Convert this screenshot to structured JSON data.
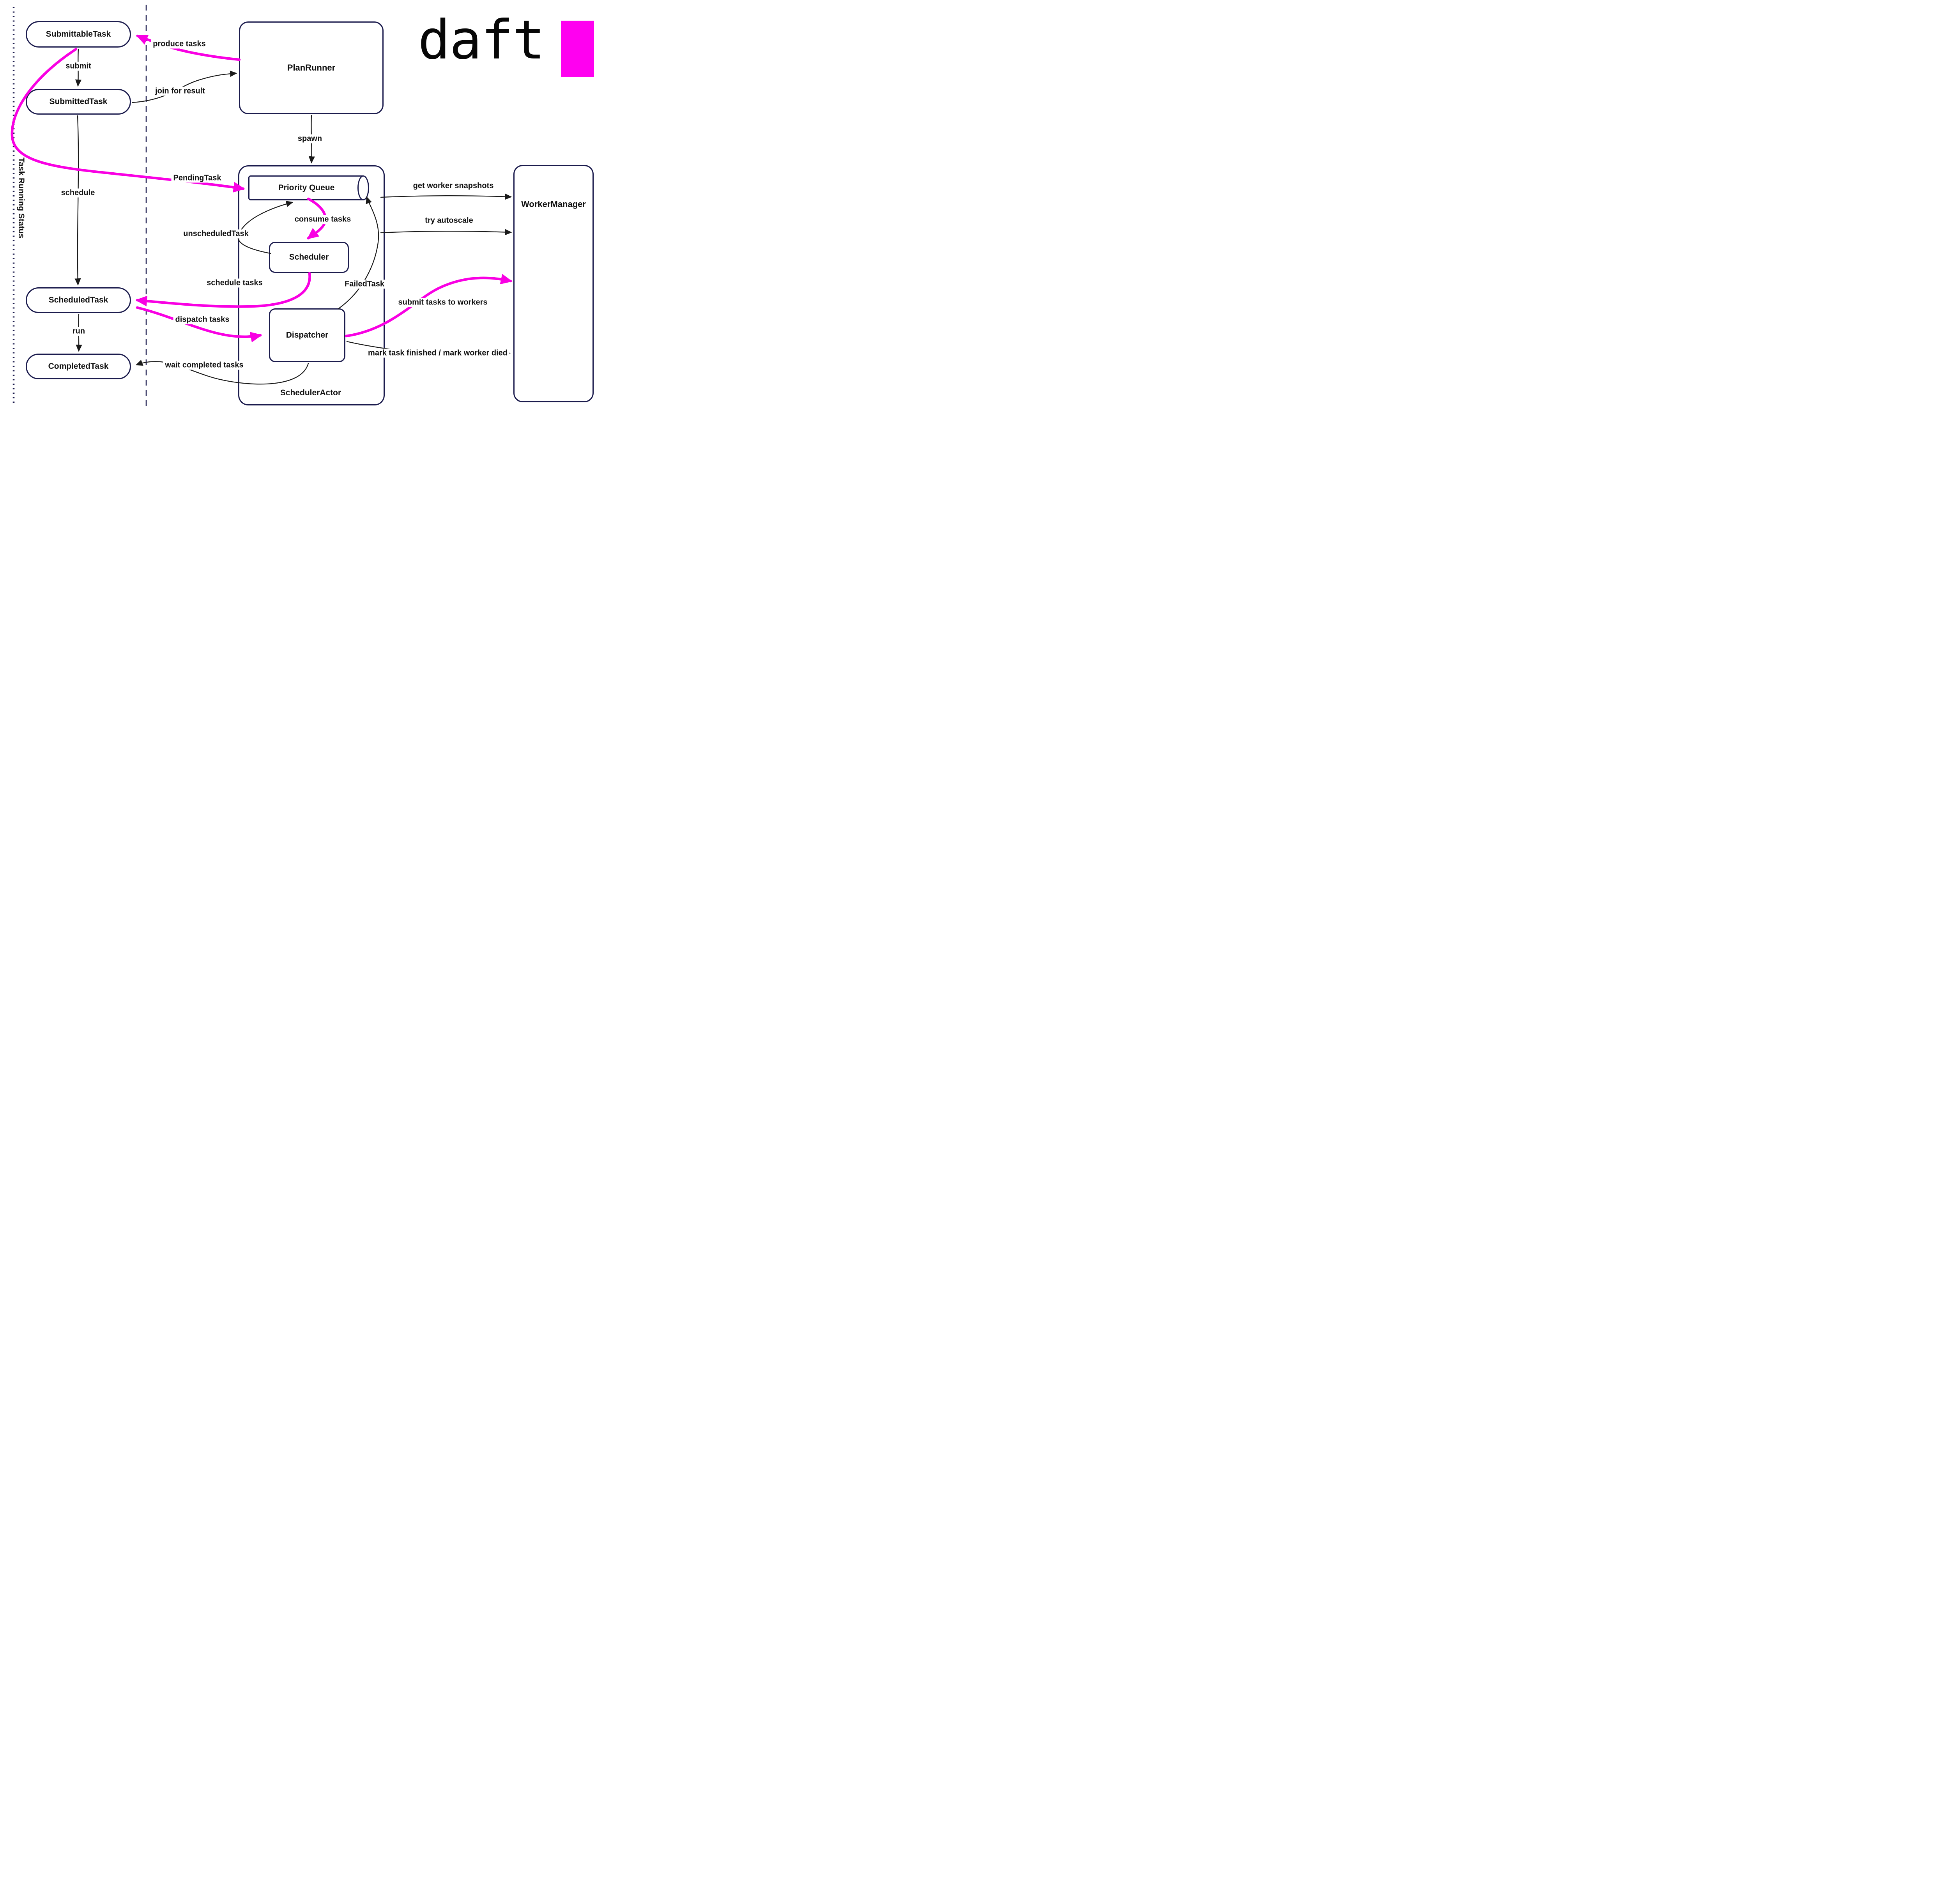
{
  "title": "daft task scheduling architecture diagram",
  "logo": {
    "text": "daft",
    "accent_color": "#ff00f0"
  },
  "colors": {
    "node_border": "#1b1b4d",
    "text": "#121212",
    "highlight_arrow": "#f900e3",
    "plain_arrow": "#1a1a1a"
  },
  "side_label": "Task Running Status",
  "nodes": {
    "submittable": "SubmittableTask",
    "submitted": "SubmittedTask",
    "scheduled": "ScheduledTask",
    "completed": "CompletedTask",
    "plan_runner": "PlanRunner",
    "scheduler_actor": "SchedulerActor",
    "priority_queue": "Priority Queue",
    "scheduler": "Scheduler",
    "dispatcher": "Dispatcher",
    "worker_manager": "WorkerManager"
  },
  "edges": [
    {
      "from": "PlanRunner",
      "to": "SubmittableTask",
      "label": "produce tasks",
      "color": "magenta"
    },
    {
      "from": "SubmittableTask",
      "to": "SubmittedTask",
      "label": "submit",
      "color": "black"
    },
    {
      "from": "SubmittedTask",
      "to": "PlanRunner",
      "label": "join for result",
      "color": "black"
    },
    {
      "from": "SubmittableTask",
      "to": "Priority Queue",
      "label": "PendingTask",
      "color": "magenta"
    },
    {
      "from": "SubmittedTask",
      "to": "ScheduledTask",
      "label": "schedule",
      "color": "black"
    },
    {
      "from": "PlanRunner",
      "to": "SchedulerActor",
      "label": "spawn",
      "color": "black"
    },
    {
      "from": "Priority Queue",
      "to": "Scheduler",
      "label": "consume tasks",
      "color": "magenta"
    },
    {
      "from": "Scheduler",
      "to": "Priority Queue",
      "label": "unscheduledTask",
      "color": "black"
    },
    {
      "from": "Scheduler",
      "to": "ScheduledTask",
      "label": "schedule tasks",
      "color": "magenta"
    },
    {
      "from": "Dispatcher",
      "to": "Priority Queue",
      "label": "FailedTask",
      "color": "black"
    },
    {
      "from": "ScheduledTask",
      "to": "Dispatcher",
      "label": "dispatch tasks",
      "color": "magenta"
    },
    {
      "from": "ScheduledTask",
      "to": "CompletedTask",
      "label": "run",
      "color": "black"
    },
    {
      "from": "SchedulerActor",
      "to": "WorkerManager",
      "label": "get worker snapshots",
      "color": "black"
    },
    {
      "from": "SchedulerActor",
      "to": "WorkerManager",
      "label": "try autoscale",
      "color": "black"
    },
    {
      "from": "Dispatcher",
      "to": "WorkerManager",
      "label": "submit tasks to workers",
      "color": "magenta"
    },
    {
      "from": "Dispatcher",
      "to": "WorkerManager",
      "label": "mark task finished / mark worker died",
      "color": "black"
    },
    {
      "from": "Dispatcher",
      "to": "CompletedTask",
      "label": "wait completed tasks",
      "color": "black"
    }
  ]
}
